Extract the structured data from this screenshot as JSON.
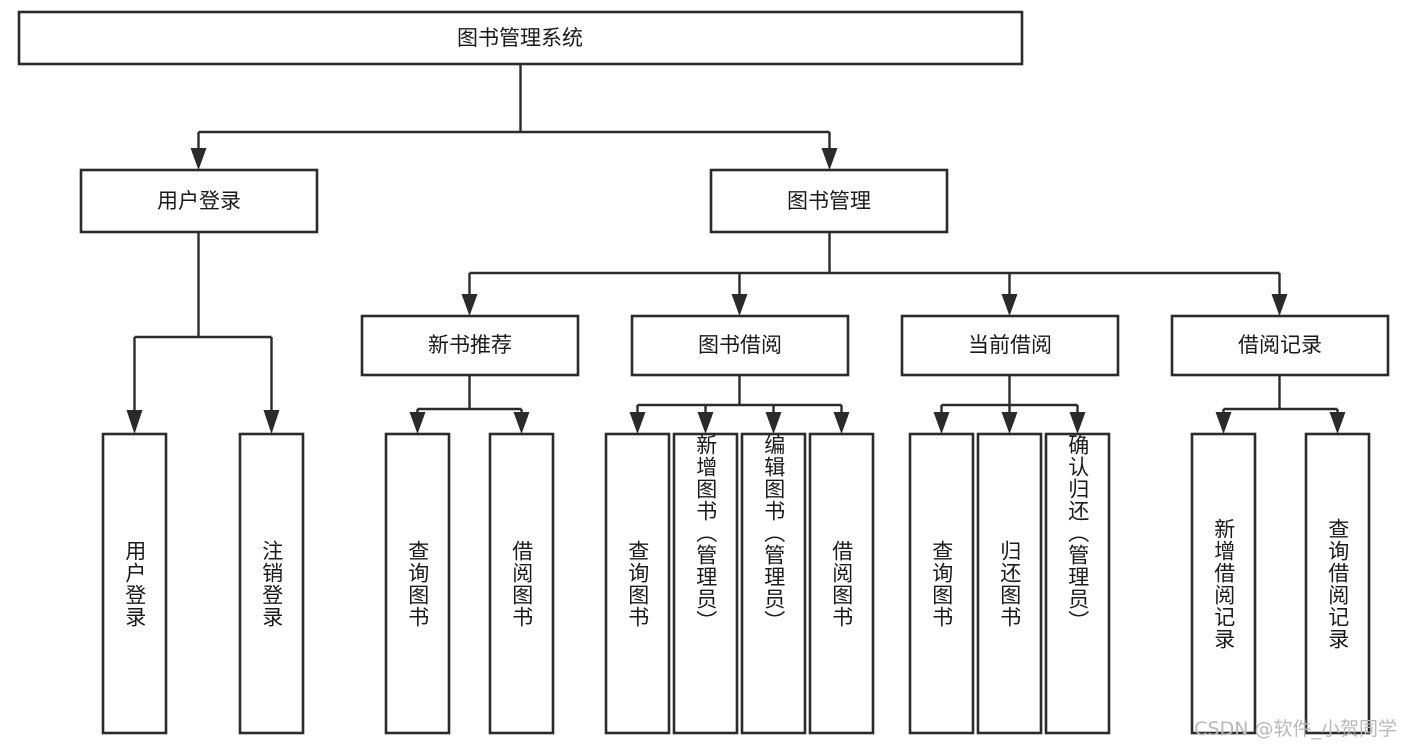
{
  "diagram": {
    "title": "图书管理系统",
    "type": "tree-hierarchy",
    "watermark": "CSDN @软件_小贺同学",
    "colors": {
      "box_stroke": "#2b2b2b",
      "box_fill": "#ffffff",
      "connector": "#2b2b2b",
      "text": "#1a1a1a",
      "watermark": "#b9b9b9",
      "background": "#ffffff"
    },
    "levels": {
      "root": {
        "label": "图书管理系统"
      },
      "level2": [
        {
          "label": "用户登录"
        },
        {
          "label": "图书管理"
        }
      ],
      "level3": [
        {
          "label": "新书推荐"
        },
        {
          "label": "图书借阅"
        },
        {
          "label": "当前借阅"
        },
        {
          "label": "借阅记录"
        }
      ],
      "leaves": [
        {
          "label": "用户登录",
          "parent": "用户登录"
        },
        {
          "label": "注销登录",
          "parent": "用户登录"
        },
        {
          "label": "查询图书",
          "parent": "新书推荐"
        },
        {
          "label": "借阅图书",
          "parent": "新书推荐"
        },
        {
          "label": "查询图书",
          "parent": "图书借阅"
        },
        {
          "label": "新增图书（管理员）",
          "parent": "图书借阅"
        },
        {
          "label": "编辑图书（管理员）",
          "parent": "图书借阅"
        },
        {
          "label": "借阅图书",
          "parent": "图书借阅"
        },
        {
          "label": "查询图书",
          "parent": "当前借阅"
        },
        {
          "label": "归还图书",
          "parent": "当前借阅"
        },
        {
          "label": "确认归还（管理员）",
          "parent": "当前借阅"
        },
        {
          "label": "新增借阅记录",
          "parent": "借阅记录"
        },
        {
          "label": "查询借阅记录",
          "parent": "借阅记录"
        }
      ]
    }
  }
}
